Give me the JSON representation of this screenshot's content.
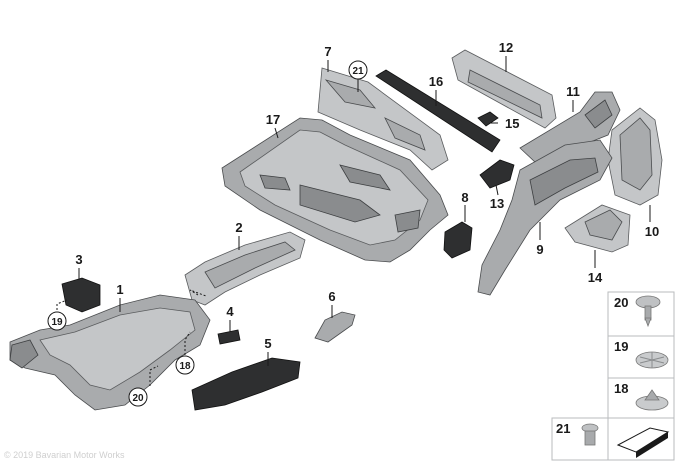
{
  "callouts": {
    "p1": "1",
    "p2": "2",
    "p3": "3",
    "p4": "4",
    "p5": "5",
    "p6": "6",
    "p7": "7",
    "p8": "8",
    "p9": "9",
    "p10": "10",
    "p11": "11",
    "p12": "12",
    "p13": "13",
    "p14": "14",
    "p15": "15",
    "p16": "16",
    "p17": "17",
    "c18": "18",
    "c19": "19",
    "c20": "20",
    "c21": "21"
  },
  "legend": {
    "item20": "20",
    "item19": "19",
    "item18": "18",
    "item21": "21"
  },
  "watermark": "© 2019 Bavarian Motor Works"
}
